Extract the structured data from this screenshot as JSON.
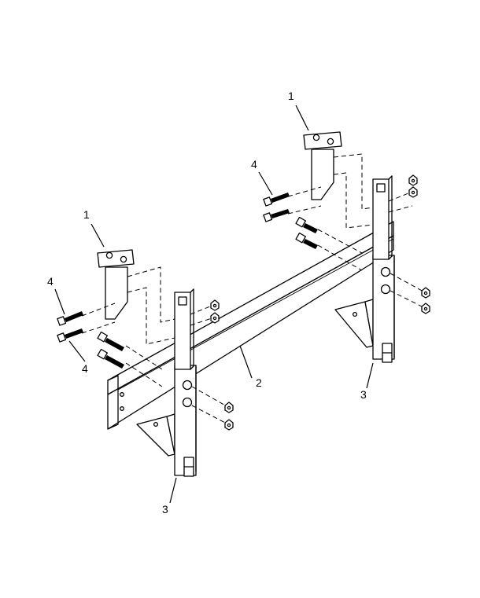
{
  "callouts": {
    "c1a": "1",
    "c1b": "1",
    "c2": "2",
    "c3a": "3",
    "c3b": "3",
    "c4a": "4",
    "c4b": "4",
    "c4c": "4"
  }
}
